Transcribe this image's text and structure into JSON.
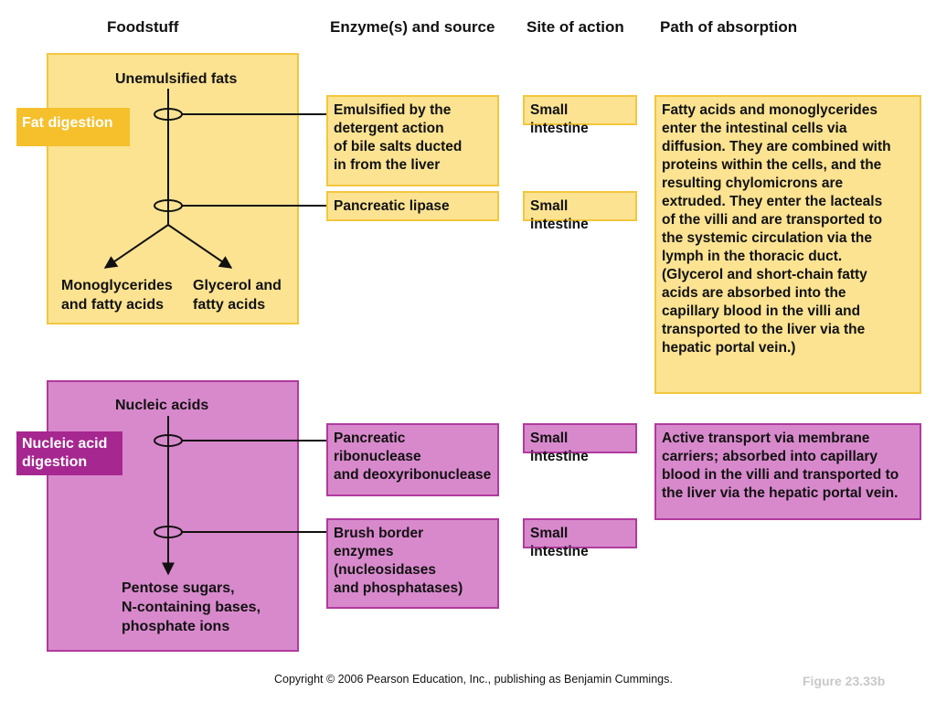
{
  "headers": {
    "foodstuff": "Foodstuff",
    "enzymes": "Enzyme(s) and source",
    "site": "Site of action",
    "path": "Path of absorption"
  },
  "fat": {
    "tag": "Fat digestion",
    "substrate": "Unemulsified fats",
    "product_left": "Monoglycerides\nand fatty acids",
    "product_right": "Glycerol and\nfatty acids",
    "enzymes": [
      "Emulsified by the\ndetergent action\nof bile salts ducted\nin from the liver",
      "Pancreatic lipase"
    ],
    "sites": [
      "Small intestine",
      "Small intestine"
    ],
    "absorption": "Fatty acids and monoglycerides\nenter the intestinal cells via\ndiffusion. They are combined with\nproteins within the cells, and the\nresulting chylomicrons are\nextruded. They enter the lacteals\nof the villi and are transported to\nthe systemic circulation via the\nlymph in the thoracic duct.\n(Glycerol and short-chain fatty\nacids are absorbed into the\ncapillary blood in the villi and\ntransported to the liver via the\nhepatic portal vein.)",
    "colors": {
      "fill": "#fbe392",
      "border": "#f3c63e",
      "tag": "#f5c02c"
    }
  },
  "nucleic": {
    "tag": "Nucleic acid\ndigestion",
    "substrate": "Nucleic acids",
    "products": "Pentose sugars,\nN-containing bases,\nphosphate ions",
    "enzymes": [
      "Pancreatic\nribonuclease\nand deoxyribonuclease",
      "Brush border\nenzymes\n(nucleosidases\nand phosphatases)"
    ],
    "sites": [
      "Small intestine",
      "Small intestine"
    ],
    "absorption": "Active transport via membrane\ncarriers; absorbed into capillary\nblood in the villi and transported to\nthe liver via the hepatic portal vein.",
    "colors": {
      "fill": "#d889cc",
      "border": "#b03a9e",
      "tag": "#a5278f"
    }
  },
  "footer": {
    "copyright": "Copyright © 2006 Pearson Education, Inc., publishing as Benjamin Cummings.",
    "figure": "Figure 23.33b"
  }
}
